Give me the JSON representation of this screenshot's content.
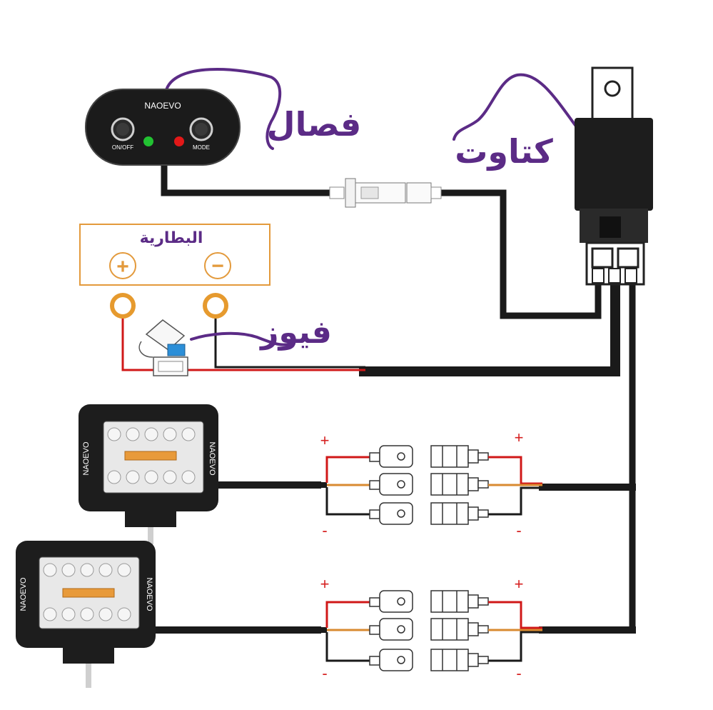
{
  "switch_panel": {
    "brand": "NAOEVO",
    "on_off_label": "ON/OFF",
    "mode_label": "MODE",
    "led_colors": {
      "green": "#22c232",
      "red": "#e21818"
    }
  },
  "labels": {
    "switch": "فصال",
    "relay": "كتاوت",
    "battery": "البطارية",
    "fuse": "فيوز"
  },
  "battery": {
    "plus_symbol": "+",
    "minus_symbol": "−"
  },
  "lights": [
    {
      "brand": "NAOEVO"
    },
    {
      "brand": "NAOEVO"
    }
  ],
  "connector_signs": {
    "plus": "+",
    "minus": "-"
  },
  "colors": {
    "wire_main": "#1a1a1a",
    "wire_red": "#d01818",
    "wire_orange": "#d88a30",
    "label_purple": "#5b2b86",
    "battery_border": "#e39a3c",
    "terminal_ring": "#e69a2e",
    "sign_red": "#d62020"
  }
}
